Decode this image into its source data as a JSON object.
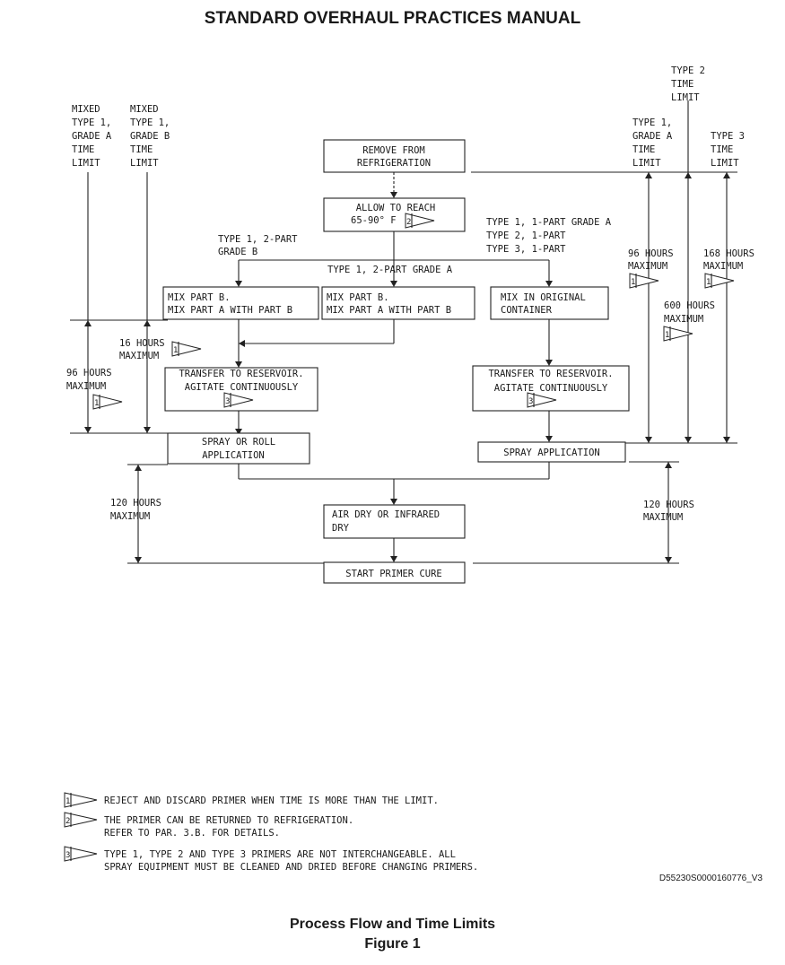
{
  "header": {
    "title": "STANDARD OVERHAUL PRACTICES MANUAL"
  },
  "steps": {
    "remove": [
      "REMOVE FROM",
      "REFRIGERATION"
    ],
    "allow": [
      "ALLOW TO REACH",
      "65-90° F"
    ],
    "mix_b1": [
      "MIX PART B.",
      "MIX PART A WITH PART B"
    ],
    "mix_b2": [
      "MIX PART B.",
      "MIX PART A WITH PART B"
    ],
    "mix_orig": [
      "MIX IN ORIGINAL",
      "CONTAINER"
    ],
    "transfer_left": [
      "TRANSFER TO RESERVOIR.",
      "AGITATE CONTINUOUSLY"
    ],
    "transfer_right": [
      "TRANSFER TO RESERVOIR.",
      "AGITATE CONTINUOUSLY"
    ],
    "spray_roll": [
      "SPRAY OR ROLL",
      "APPLICATION"
    ],
    "spray": [
      "SPRAY APPLICATION"
    ],
    "air_dry": [
      "AIR DRY OR INFRARED",
      "DRY"
    ],
    "start_cure": [
      "START PRIMER CURE"
    ]
  },
  "branch_labels": {
    "type1_2part_b": [
      "TYPE 1, 2-PART",
      "GRADE B"
    ],
    "type1_2part_a": [
      "TYPE 1, 2-PART GRADE A"
    ],
    "one_part": [
      "TYPE 1, 1-PART GRADE A",
      "TYPE 2, 1-PART",
      "TYPE 3, 1-PART"
    ]
  },
  "time_limit_headers": {
    "mixed_a": [
      "MIXED",
      "TYPE 1,",
      "GRADE A",
      "TIME",
      "LIMIT"
    ],
    "mixed_b": [
      "MIXED",
      "TYPE 1,",
      "GRADE B",
      "TIME",
      "LIMIT"
    ],
    "type1_a": [
      "TYPE 1,",
      "GRADE A",
      "TIME",
      "LIMIT"
    ],
    "type2": [
      "TYPE 2",
      "TIME",
      "LIMIT"
    ],
    "type3": [
      "TYPE 3",
      "TIME",
      "LIMIT"
    ]
  },
  "durations": {
    "h16": [
      "16 HOURS",
      "MAXIMUM"
    ],
    "h96_left": [
      "96 HOURS",
      "MAXIMUM"
    ],
    "h96_right": [
      "96 HOURS",
      "MAXIMUM"
    ],
    "h168": [
      "168 HOURS",
      "MAXIMUM"
    ],
    "h600": [
      "600 HOURS",
      "MAXIMUM"
    ],
    "h120_left": [
      "120 HOURS",
      "MAXIMUM"
    ],
    "h120_right": [
      "120 HOURS",
      "MAXIMUM"
    ]
  },
  "flags": {
    "f1": "1",
    "f2": "2",
    "f3": "3"
  },
  "notes": [
    {
      "flag": "1",
      "lines": [
        "REJECT AND DISCARD PRIMER WHEN TIME IS MORE THAN THE LIMIT."
      ]
    },
    {
      "flag": "2",
      "lines": [
        "THE PRIMER CAN BE RETURNED TO REFRIGERATION.",
        "REFER TO PAR. 3.B. FOR DETAILS."
      ]
    },
    {
      "flag": "3",
      "lines": [
        "TYPE 1, TYPE 2 AND TYPE 3 PRIMERS ARE NOT INTERCHANGEABLE. ALL",
        "SPRAY EQUIPMENT MUST BE CLEANED AND DRIED BEFORE CHANGING PRIMERS."
      ]
    }
  ],
  "figure_id": "D55230S0000160776_V3",
  "caption": {
    "title": "Process Flow and Time Limits",
    "figure": "Figure 1"
  }
}
